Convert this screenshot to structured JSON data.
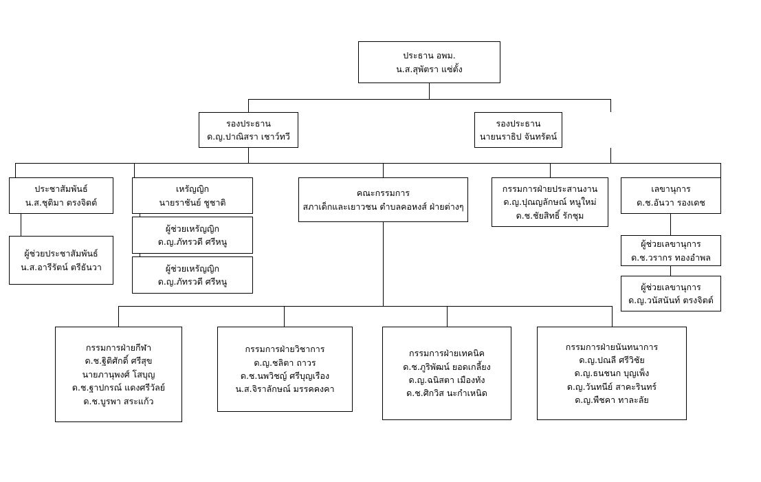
{
  "diagram": {
    "type": "organization-chart",
    "nodes": [
      {
        "id": "president",
        "lines": [
          "ประธาน อพม.",
          "น.ส.สุพัตรา แซ่ตั้ง"
        ]
      },
      {
        "id": "vice-president-1",
        "lines": [
          "รองประธาน",
          "ด.ญ.ปาณิสรา เชาว์ทวี"
        ]
      },
      {
        "id": "vice-president-2",
        "lines": [
          "รองประธาน",
          "นายนราธิป จันทรัตน์"
        ]
      },
      {
        "id": "public-relations",
        "lines": [
          "ประชาสัมพันธ์",
          "น.ส.ชุติมา ตรงจิตต์"
        ]
      },
      {
        "id": "assistant-public-relations",
        "lines": [
          "ผู้ช่วยประชาสัมพันธ์",
          "น.ส.อารีรัตน์ ตรีธันวา"
        ]
      },
      {
        "id": "treasurer",
        "lines": [
          "เหรัญญิก",
          "นายราชันย์ ชูชาติ"
        ]
      },
      {
        "id": "assistant-treasurer-1",
        "lines": [
          "ผู้ช่วยเหรัญญิก",
          "ด.ญ.ภัทรวดี ศรีหนู"
        ]
      },
      {
        "id": "assistant-treasurer-2",
        "lines": [
          "ผู้ช่วยเหรัญญิก",
          "ด.ญ.ภัทรวดี ศรีหนู"
        ]
      },
      {
        "id": "committee",
        "lines": [
          "คณะกรรมการ",
          "สภาเด็กและเยาวชน ตำบลคอหงส์ ฝ่ายต่างๆ"
        ]
      },
      {
        "id": "coordination-committee",
        "lines": [
          "กรรมการฝ่ายประสานงาน",
          "ด.ญ.ปุณญลักษณ์ หนูใหม่",
          "ด.ช.ชัยสิทธิ์ รักชุม"
        ]
      },
      {
        "id": "secretary",
        "lines": [
          "เลขานุการ",
          "ด.ช.อันวา รองเดช"
        ]
      },
      {
        "id": "assistant-secretary-1",
        "lines": [
          "ผู้ช่วยเลขานุการ",
          "ด.ช.วรากร ทองอำพล"
        ]
      },
      {
        "id": "assistant-secretary-2",
        "lines": [
          "ผู้ช่วยเลขานุการ",
          "ด.ญ.วนัสนันท์ ตรงจิตต์"
        ]
      },
      {
        "id": "sports-committee",
        "lines": [
          "กรรมการฝ่ายกีฬา",
          "ด.ช.ฐิติศักดิ์ ศรีสุข",
          "นายภานุพงศ์ โสบุญ",
          "ด.ช.ฐาปกรณ์ แดงศรีวัลย์",
          "ด.ช.บูรพา สระแก้ว"
        ]
      },
      {
        "id": "academic-committee",
        "lines": [
          "กรรมการฝ่ายวิชาการ",
          "ด.ญ.ชลิตา ถาวร",
          "ด.ช.นพวิชญ์ ศรีบุญเรือง",
          "น.ส.จิราลักษณ์ มรรคคงคา"
        ]
      },
      {
        "id": "technical-committee",
        "lines": [
          "กรรมการฝ่ายเทคนิค",
          "ด.ช.ภูริพัฒน์ ยอดเกลี้ยง",
          "ด.ญ.ฉนิสตา เมืองทัง",
          "ด.ช.ศิกวิส นะกำเหนิด"
        ]
      },
      {
        "id": "recreation-committee",
        "lines": [
          "กรรมการฝ่ายนันทนาการ",
          "ด.ญ.ปณลี ศรีวิชัย",
          "ด.ญ.ธนชนก บุญเพ็ง",
          "ด.ญ.วันทนีย์ สาคะรินทร์",
          "ด.ญ.พืชคา ทาละลัย"
        ]
      }
    ]
  }
}
